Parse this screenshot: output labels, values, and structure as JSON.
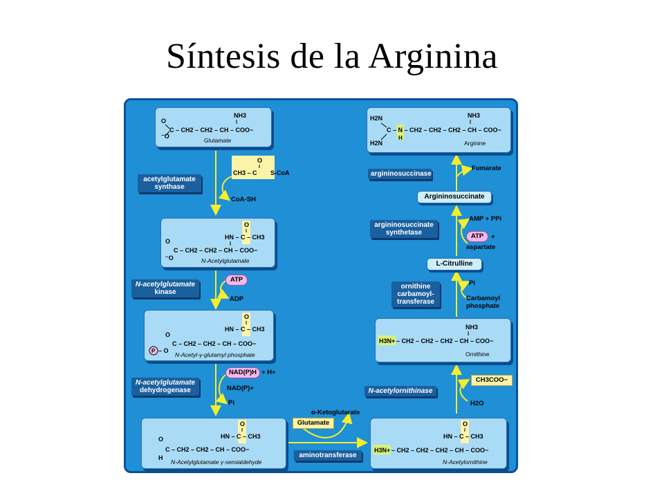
{
  "title": "Síntesis de la Arginina",
  "molecules": {
    "glutamate": "Glutamate",
    "n_acetylglutamate": "N-Acetylglutamate",
    "n_acetyl_glutamyl_phosphate": "N-Acetyl-γ-glutamyl phosphate",
    "n_acetylglutamate_semialdehyde": "N-Acetylglutamate γ-semialdehyde",
    "n_acetylornithine": "N-Acetylornithine",
    "ornithine": "Ornithine",
    "arginine": "Arginine"
  },
  "intermediates": {
    "citrulline": "L-Citrulline",
    "argininosuccinate": "Argininosuccinate"
  },
  "enzymes": {
    "acetylglutamate_synthase": [
      "acetylglutamate",
      "synthase"
    ],
    "n_acetylglutamate_kinase": [
      "N-acetylglutamate",
      "kinase"
    ],
    "n_acetylglutamate_dehydrogenase": [
      "N-acetylglutamate",
      "dehydrogenase"
    ],
    "aminotransferase": [
      "aminotransferase"
    ],
    "n_acetylornithinase": [
      "N-acetylornithinase"
    ],
    "ornithine_carbamoyltransferase": [
      "ornithine",
      "carbamoyl-",
      "transferase"
    ],
    "argininosuccinate_synthetase": [
      "argininosuccinate",
      "synthetase"
    ],
    "argininosuccinase": [
      "argininosuccinase"
    ]
  },
  "cofactors": {
    "acetyl_coa": "S-CoA",
    "coa_sh": "CoA-SH",
    "atp": "ATP",
    "adp": "ADP",
    "nadph": "NAD(P)H",
    "nadph_h": "+ H+",
    "nadp": "NAD(P)+",
    "pi": "Pi",
    "alpha_kg": "α-Ketoglutarate",
    "glutamate_box": "Glutamate",
    "acetate": "CH3COO−",
    "water": "H2O",
    "carbamoyl_pi": "Pi",
    "carbamoyl_phosphate": [
      "Carbamoyl",
      "phosphate"
    ],
    "amp_ppi": "AMP + PPi",
    "atp2": "ATP",
    "aspartate_plus": "+",
    "aspartate": "aspartate",
    "fumarate": "Fumarate"
  },
  "chem": {
    "nh3": "NH3",
    "coo": "COO−",
    "ch2": "CH2",
    "ch": "CH",
    "hn_c_ch3": "HN – C – CH3",
    "chain3": "C – CH2 – CH2 – CH – COO−",
    "chain_orn": "– CH2 – CH2 – CH2 – CH – COO−",
    "h3n": "H3N+",
    "arg_mid": "C – N – CH2 – CH2 – CH2 – CH – COO−"
  },
  "colors": {
    "panel": "#1f8fd6",
    "molecule_box": "#a9dbf6",
    "enzyme_label": "#1a5f9e",
    "arrow": "#f5ee2a",
    "atp_pill": "#f3b8ea",
    "highlight": "#fbf4a8"
  }
}
